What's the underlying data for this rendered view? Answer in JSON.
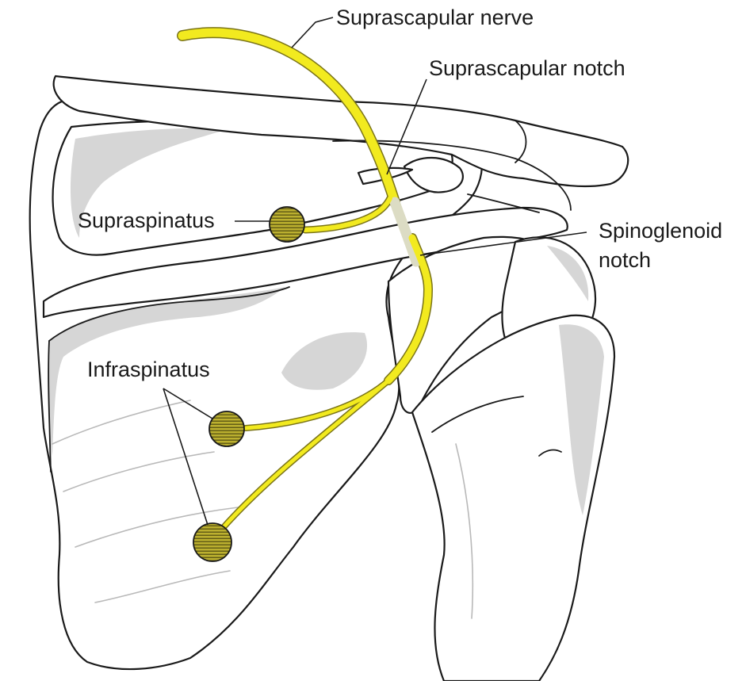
{
  "labels": {
    "suprascapular_nerve": "Suprascapular nerve",
    "suprascapular_notch": "Suprascapular notch",
    "supraspinatus": "Supraspinatus",
    "spinoglenoid_line1": "Spinoglenoid",
    "spinoglenoid_line2": "notch",
    "infraspinatus": "Infraspinatus"
  },
  "colors": {
    "nerve": "#f2ea1f",
    "nerve_outline": "#7a7418",
    "nerve_hidden": "#dcdcc4",
    "muscle": "#bcb02f",
    "muscle_stripe": "#4e4a10",
    "bone_shade": "#d6d6d6",
    "outline": "#1a1a1a"
  },
  "icons": {
    "muscle_marker": "striped-circle-icon"
  }
}
